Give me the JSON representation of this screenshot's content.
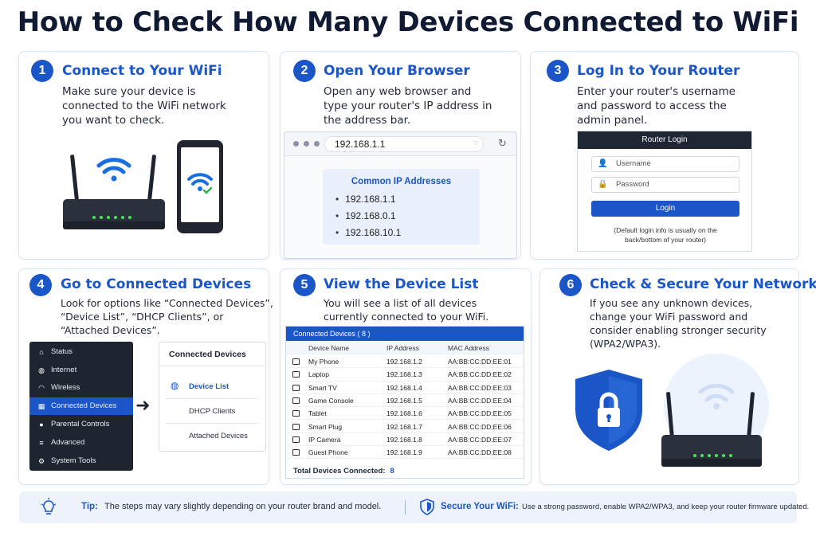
{
  "title": "How to Check How Many Devices Connected to WiFi",
  "steps": [
    {
      "num": "1",
      "title": "Connect to Your WiFi",
      "desc": [
        "Make sure your device is",
        "connected to the WiFi network",
        "you want to check."
      ]
    },
    {
      "num": "2",
      "title": "Open Your Browser",
      "desc": [
        "Open any web browser and",
        "type your router's IP address in",
        "the address bar."
      ]
    },
    {
      "num": "3",
      "title": "Log In to Your Router",
      "desc": [
        "Enter your router's username",
        "and password to access the",
        "admin panel."
      ]
    },
    {
      "num": "4",
      "title": "Go to Connected Devices",
      "desc": [
        "Look for options like “Connected Devices”,",
        "“Device List”, “DHCP Clients”, or",
        "“Attached Devices”."
      ]
    },
    {
      "num": "5",
      "title": "View the Device List",
      "desc": [
        "You will see a list of all devices",
        "currently connected to your WiFi."
      ]
    },
    {
      "num": "6",
      "title": "Check & Secure Your Network",
      "desc": [
        "If you see any unknown devices,",
        "change your WiFi password and",
        "consider enabling stronger security",
        "(WPA2/WPA3)."
      ]
    }
  ],
  "browser": {
    "url": "192.168.1.1",
    "ip_box_title": "Common IP Addresses",
    "ips": [
      "192.168.1.1",
      "192.168.0.1",
      "192.168.10.1"
    ]
  },
  "login": {
    "header": "Router Login",
    "username_placeholder": "Username",
    "password_placeholder": "Password",
    "button": "Login",
    "note": [
      "(Default login info is usually on the",
      "back/bottom of your router)"
    ]
  },
  "menu": {
    "items": [
      {
        "label": "Status",
        "icon": "home-icon"
      },
      {
        "label": "Internet",
        "icon": "globe-icon"
      },
      {
        "label": "Wireless",
        "icon": "wifi-icon"
      },
      {
        "label": "Connected Devices",
        "icon": "grid-icon",
        "active": true
      },
      {
        "label": "Parental Controls",
        "icon": "person-icon"
      },
      {
        "label": "Advanced",
        "icon": "sliders-icon"
      },
      {
        "label": "System Tools",
        "icon": "gear-icon"
      }
    ],
    "submenu_title": "Connected Devices",
    "submenu_items": [
      "Device List",
      "DHCP Clients",
      "Attached Devices"
    ]
  },
  "device_table": {
    "header": "Connected Devices ( 8 )",
    "columns": [
      "Device Name",
      "IP Address",
      "MAC Address"
    ],
    "rows": [
      [
        "My Phone",
        "192.168.1.2",
        "AA:BB:CC:DD:EE:01"
      ],
      [
        "Laptop",
        "192.168.1.3",
        "AA:BB:CC:DD:EE:02"
      ],
      [
        "Smart TV",
        "192.168.1.4",
        "AA:BB:CC:DD:EE:03"
      ],
      [
        "Game Console",
        "192.168.1.5",
        "AA:BB:CC:DD:EE:04"
      ],
      [
        "Tablet",
        "192.168.1.6",
        "AA:BB:CC:DD:EE:05"
      ],
      [
        "Smart Plug",
        "192.168.1.7",
        "AA:BB:CC:DD:EE:06"
      ],
      [
        "IP Camera",
        "192.168.1.8",
        "AA:BB:CC:DD:EE:07"
      ],
      [
        "Guest Phone",
        "192.168.1.9",
        "AA:BB:CC:DD:EE:08"
      ]
    ],
    "total_label": "Total Devices Connected:",
    "total_value": "8"
  },
  "tip": {
    "label": "Tip:",
    "text": "The steps may vary slightly depending on your router brand and model."
  },
  "secure": {
    "label": "Secure Your WiFi:",
    "text": "Use a strong password, enable WPA2/WPA3, and keep your router firmware updated."
  },
  "colors": {
    "accent": "#1a56c8",
    "dark": "#1f2735",
    "panel": "#eef3fb"
  }
}
